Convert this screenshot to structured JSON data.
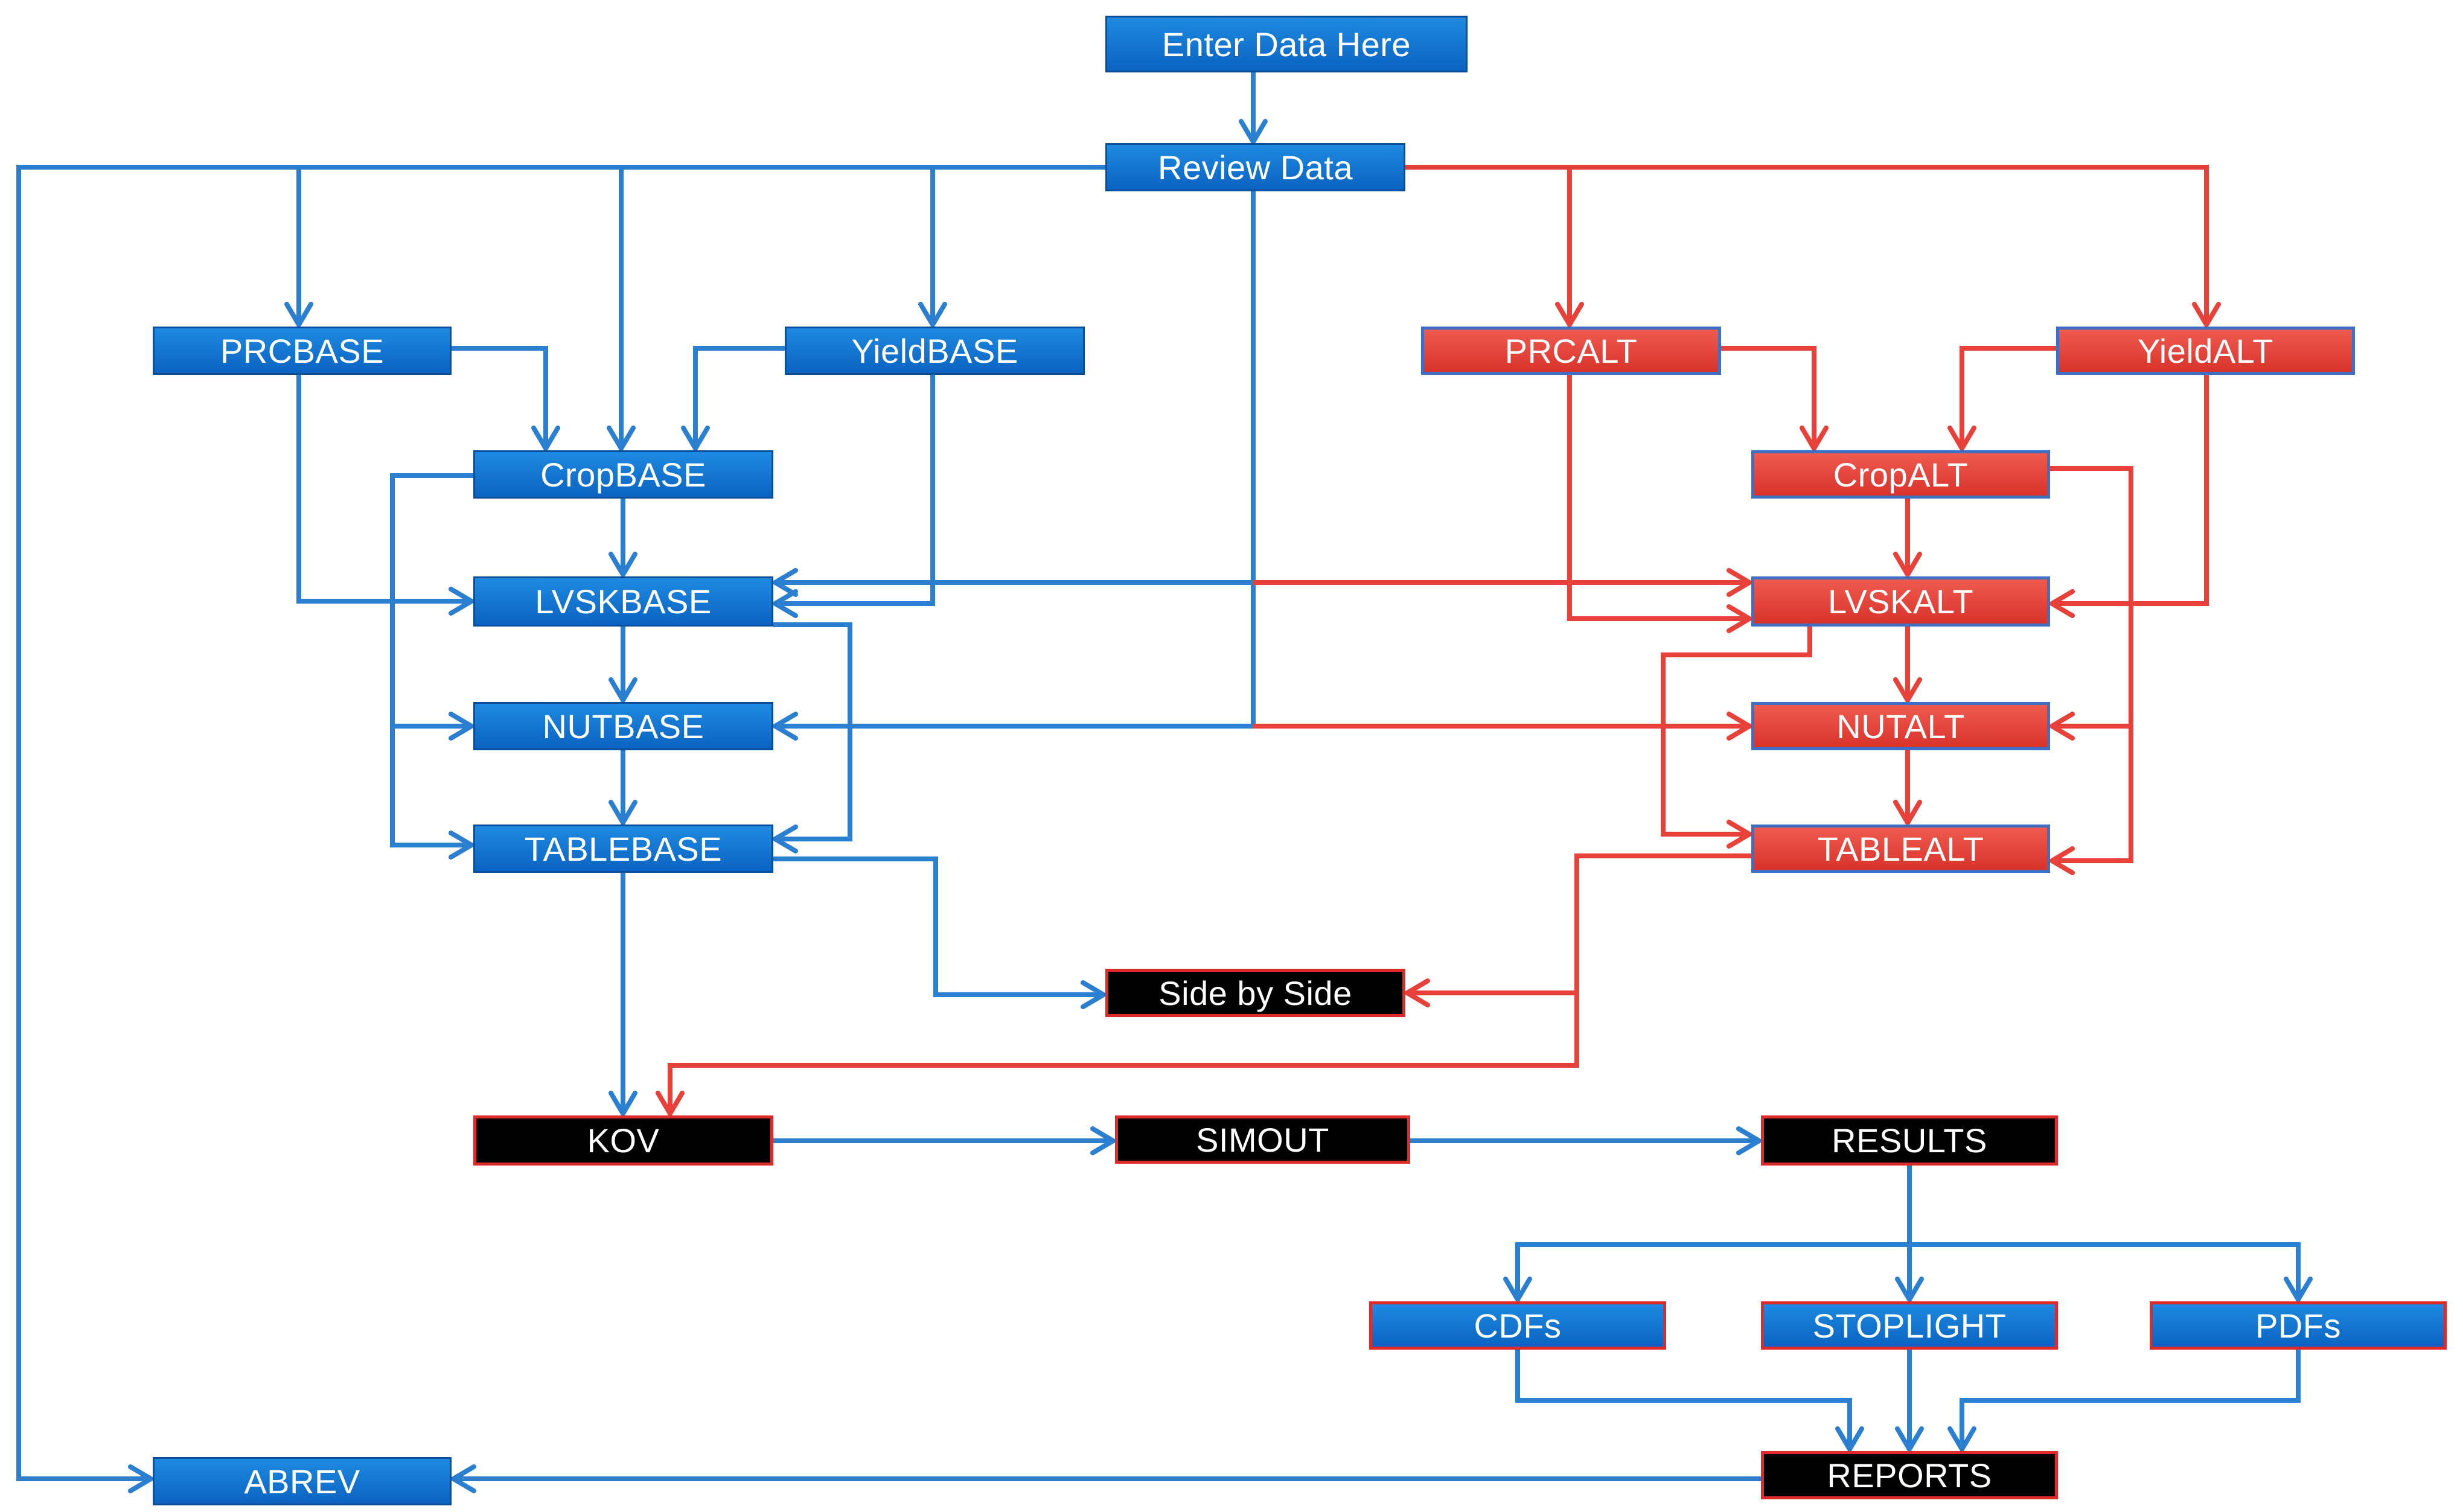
{
  "colors": {
    "blue_line": "#2b7fd0",
    "red_line": "#e8413a",
    "blue_box": "#1275d2",
    "red_box": "#e6403a",
    "black_box": "#000000",
    "box_border_red": "#e02a2a"
  },
  "nodes": {
    "enter_data": "Enter Data Here",
    "review_data": "Review Data",
    "prcbase": "PRCBASE",
    "yieldbase": "YieldBASE",
    "cropbase": "CropBASE",
    "lvskbase": "LVSKBASE",
    "nutbase": "NUTBASE",
    "tablebase": "TABLEBASE",
    "prcalt": "PRCALT",
    "yieldalt": "YieldALT",
    "cropalt": "CropALT",
    "lvskalt": "LVSKALT",
    "nutalt": "NUTALT",
    "tablealt": "TABLEALT",
    "side_by_side": "Side by Side",
    "kov": "KOV",
    "simout": "SIMOUT",
    "results": "RESULTS",
    "cdfs": "CDFs",
    "stoplight": "STOPLIGHT",
    "pdfs": "PDFs",
    "reports": "REPORTS",
    "abrev": "ABREV"
  }
}
